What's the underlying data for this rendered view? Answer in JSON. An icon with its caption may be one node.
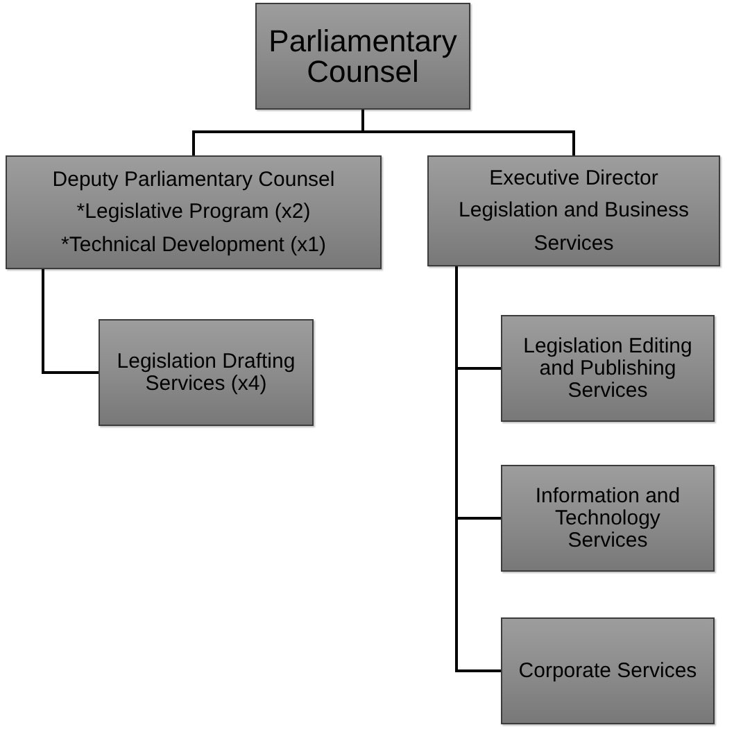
{
  "diagram": {
    "nodes": [
      {
        "text": [
          "Parliamentary Counsel"
        ]
      },
      {
        "text": [
          "Deputy Parliamentary Counsel",
          "*Legislative Program (x2)",
          "*Technical Development (x1)"
        ]
      },
      {
        "text": [
          "Executive Director",
          "Legislation and Business Services"
        ]
      },
      {
        "text": [
          "Legislation Drafting Services (x4)"
        ]
      },
      {
        "text": [
          "Legislation Editing and Publishing Services"
        ]
      },
      {
        "text": [
          "Information and Technology Services"
        ]
      },
      {
        "text": [
          "Corporate Services"
        ]
      }
    ],
    "edges": [
      {
        "from": 0,
        "to": 1,
        "arrow": "none"
      },
      {
        "from": 0,
        "to": 2,
        "arrow": "none"
      },
      {
        "from": 1,
        "to": 3,
        "arrow": "none"
      },
      {
        "from": 2,
        "to": 4,
        "arrow": "none"
      },
      {
        "from": 2,
        "to": 5,
        "arrow": "none"
      },
      {
        "from": 2,
        "to": 6,
        "arrow": "none"
      }
    ]
  }
}
